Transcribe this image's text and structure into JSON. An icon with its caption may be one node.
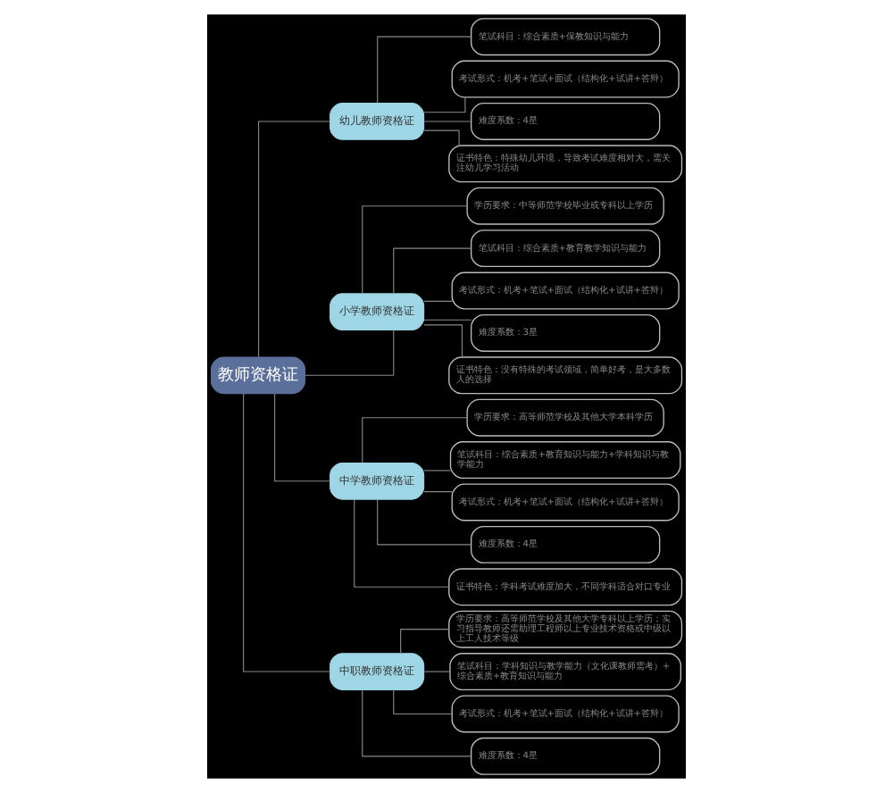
{
  "diagram": {
    "nodes": [
      {
        "text": [
          "教师资格证"
        ]
      },
      {
        "text": [
          "幼儿教师资格证"
        ]
      },
      {
        "text": [
          "笔试科目：综合素质+保教知识与能力"
        ]
      },
      {
        "text": [
          "考试形式：机考+笔试+面试（结构化+试讲+答辩）"
        ]
      },
      {
        "text": [
          "难度系数：4星"
        ]
      },
      {
        "text": [
          "证书特色：特殊幼儿环境，导致考试难度相对大，需关注幼儿学习活动"
        ]
      },
      {
        "text": [
          "小学教师资格证"
        ]
      },
      {
        "text": [
          "学历要求：中等师范学校毕业或专科以上学历"
        ]
      },
      {
        "text": [
          "笔试科目：综合素质+教育教学知识与能力"
        ]
      },
      {
        "text": [
          "考试形式：机考+笔试+面试（结构化+试讲+答辩）"
        ]
      },
      {
        "text": [
          "难度系数：3星"
        ]
      },
      {
        "text": [
          "证书特色：没有特殊的考试领域，简单好考，是大多数人的选择"
        ]
      },
      {
        "text": [
          "中学教师资格证"
        ]
      },
      {
        "text": [
          "学历要求：高等师范学校及其他大学本科学历"
        ]
      },
      {
        "text": [
          "笔试科目：综合素质+教育知识与能力+学科知识与教学能力"
        ]
      },
      {
        "text": [
          "考试形式：机考+笔试+面试（结构化+试讲+答辩）"
        ]
      },
      {
        "text": [
          "难度系数：4星"
        ]
      },
      {
        "text": [
          "证书特色：学科考试难度加大，不同学科适合对口专业"
        ]
      },
      {
        "text": [
          "中职教师资格证"
        ]
      },
      {
        "text": [
          "学历要求：高等师范学校及其他大学专科以上学历；实习指导教师还需助理工程师以上专业技术资格或中级以上工人技术等级"
        ]
      },
      {
        "text": [
          "笔试科目：学科知识与教学能力（文化课教师需考）+综合素质+教育知识与能力"
        ]
      },
      {
        "text": [
          "考试形式：机考+笔试+面试（结构化+试讲+答辩）"
        ]
      },
      {
        "text": [
          "难度系数：4星"
        ]
      }
    ],
    "edges": [
      {
        "from": 0,
        "to": 1,
        "arrow": "none"
      },
      {
        "from": 0,
        "to": 6,
        "arrow": "none"
      },
      {
        "from": 0,
        "to": 12,
        "arrow": "none"
      },
      {
        "from": 0,
        "to": 18,
        "arrow": "none"
      },
      {
        "from": 1,
        "to": 2,
        "arrow": "none"
      },
      {
        "from": 1,
        "to": 3,
        "arrow": "none"
      },
      {
        "from": 1,
        "to": 4,
        "arrow": "none"
      },
      {
        "from": 1,
        "to": 5,
        "arrow": "none"
      },
      {
        "from": 6,
        "to": 7,
        "arrow": "none"
      },
      {
        "from": 6,
        "to": 8,
        "arrow": "none"
      },
      {
        "from": 6,
        "to": 9,
        "arrow": "none"
      },
      {
        "from": 6,
        "to": 10,
        "arrow": "none"
      },
      {
        "from": 6,
        "to": 11,
        "arrow": "none"
      },
      {
        "from": 12,
        "to": 13,
        "arrow": "none"
      },
      {
        "from": 12,
        "to": 14,
        "arrow": "none"
      },
      {
        "from": 12,
        "to": 15,
        "arrow": "none"
      },
      {
        "from": 12,
        "to": 16,
        "arrow": "none"
      },
      {
        "from": 12,
        "to": 17,
        "arrow": "none"
      },
      {
        "from": 18,
        "to": 19,
        "arrow": "none"
      },
      {
        "from": 18,
        "to": 20,
        "arrow": "none"
      },
      {
        "from": 18,
        "to": 21,
        "arrow": "none"
      },
      {
        "from": 18,
        "to": 22,
        "arrow": "none"
      }
    ]
  }
}
